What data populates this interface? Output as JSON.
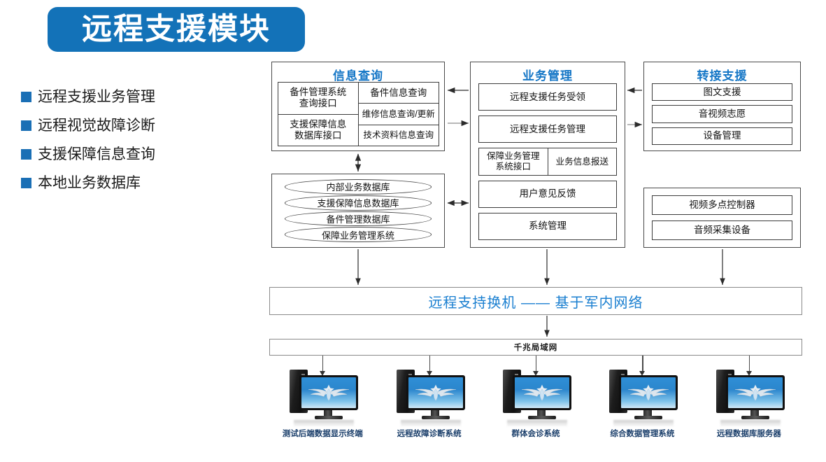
{
  "title": {
    "text": "远程支援模块"
  },
  "features": [
    {
      "label": "远程支援业务管理"
    },
    {
      "label": "远程视觉故障诊断"
    },
    {
      "label": "支援保障信息查询"
    },
    {
      "label": "本地业务数据库"
    }
  ],
  "panels": {
    "info": {
      "title": "信息查询",
      "left_cells": [
        "备件管理系统\n查询接口",
        "支援保障信息\n数据库接口"
      ],
      "left_cells_line1": [
        "备件管理系统",
        "支援保障信息"
      ],
      "left_cells_line2": [
        "查询接口",
        "数据库接口"
      ],
      "right_cells": [
        "备件信息查询",
        "维修信息查询/更新",
        "技术资料信息查询"
      ]
    },
    "business": {
      "title": "业务管理",
      "rows": [
        {
          "cells": [
            "远程支援任务受领"
          ]
        },
        {
          "cells": [
            "远程支援任务管理"
          ]
        },
        {
          "cells": [
            "保障业务管理系统接口",
            "业务信息报送"
          ]
        },
        {
          "cells": [
            "用户意见反馈"
          ]
        },
        {
          "cells": [
            "系统管理"
          ]
        }
      ],
      "split_cell_line1": "保障业务管理",
      "split_cell_line2": "系统接口",
      "split_cell_right": "业务信息报送"
    },
    "transfer": {
      "title": "转接支援",
      "cells": [
        "图文支援",
        "音视频志愿",
        "设备管理"
      ]
    },
    "database": {
      "cells": [
        "内部业务数据库",
        "支援保障信息数据库",
        "备件管理数据库",
        "保障业务管理系统"
      ]
    },
    "equipment": {
      "cells": [
        "视频多点控制器",
        "音频采集设备"
      ]
    }
  },
  "network": {
    "main_bar": "远程支持换机 —— 基于军内网络",
    "lan_bar": "千兆局域网"
  },
  "terminals": [
    {
      "label": "测试后端数据显示终端"
    },
    {
      "label": "远程故障诊断系统"
    },
    {
      "label": "群体会诊系统"
    },
    {
      "label": "综合数据管理系统"
    },
    {
      "label": "远程数据库服务器"
    }
  ],
  "colors": {
    "brand_blue": "#1372b8",
    "header_blue": "#1476c6",
    "net_blue": "#1a7fd0",
    "bullet_blue": "#1a6fb5",
    "terminal_label": "#1b3f6b",
    "border_dark": "#3c3c3c",
    "border_gray": "#8a8a8a"
  }
}
